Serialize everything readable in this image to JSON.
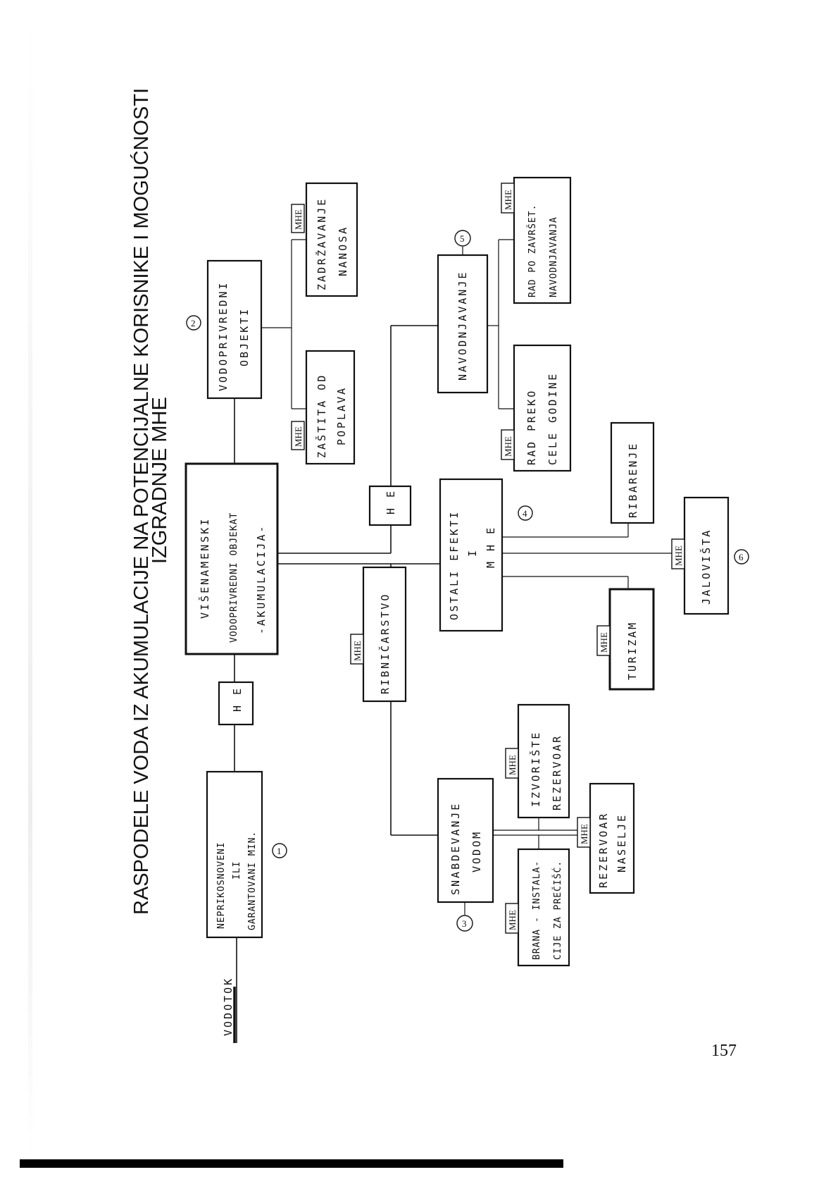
{
  "title_line1": "RASPODELE  VODA  IZ AKUMULACIJE  NA  POTENCIJALNE  KORISNIKE  I MOGUĆNOSTI",
  "title_line2": "IZGRADNJE  MHE",
  "page_number": "157",
  "labels": {
    "vodotok": "VODOTOK",
    "he": "H E",
    "mhe": "MHE"
  },
  "boxes": {
    "neprikosnoveni": [
      "NEPRIKOSNOVENI",
      "ILI",
      "GARANTOVANI MIN."
    ],
    "visenamenski": [
      "VIŠENAMENSKI",
      "VODOPRIVREDNI OBJEKAT",
      "-AKUMULACIJA-"
    ],
    "vodoprivredni": [
      "VODOPRIVREDNI",
      "OBJEKTI"
    ],
    "zastita": [
      "ZAŠTITA OD",
      "POPLAVA"
    ],
    "zadrzavanje": [
      "ZADRŽAVANJE",
      "NANOSA"
    ],
    "navodnjavanje": [
      "NAVODNJAVANJE"
    ],
    "rad_preko": [
      "RAD  PREKO",
      "CELE GODINE"
    ],
    "rad_po": [
      "RAD PO ZAVRŠET.",
      "NAVODNJAVANJA"
    ],
    "ribnicarstvo": [
      "RIBNIČARSTVO"
    ],
    "ostali": [
      "OSTALI  EFEKTI",
      "I",
      "M H E"
    ],
    "ribarenje": [
      "RIBARENJE"
    ],
    "jalovista": [
      "JALOVIŠTA"
    ],
    "turizam": [
      "TURIZAM"
    ],
    "snabdevanje": [
      "SNABDEVANJE",
      "VODOM"
    ],
    "izvoriste": [
      "IZVORIŠTE",
      "REZERVOAR"
    ],
    "rezervoar": [
      "REZERVOAR",
      "NASELJE"
    ],
    "brana": [
      "BRANA - INSTALA-",
      "CIJE ZA PREČIŠĆ."
    ]
  },
  "circles": [
    "1",
    "2",
    "3",
    "4",
    "5",
    "6"
  ]
}
